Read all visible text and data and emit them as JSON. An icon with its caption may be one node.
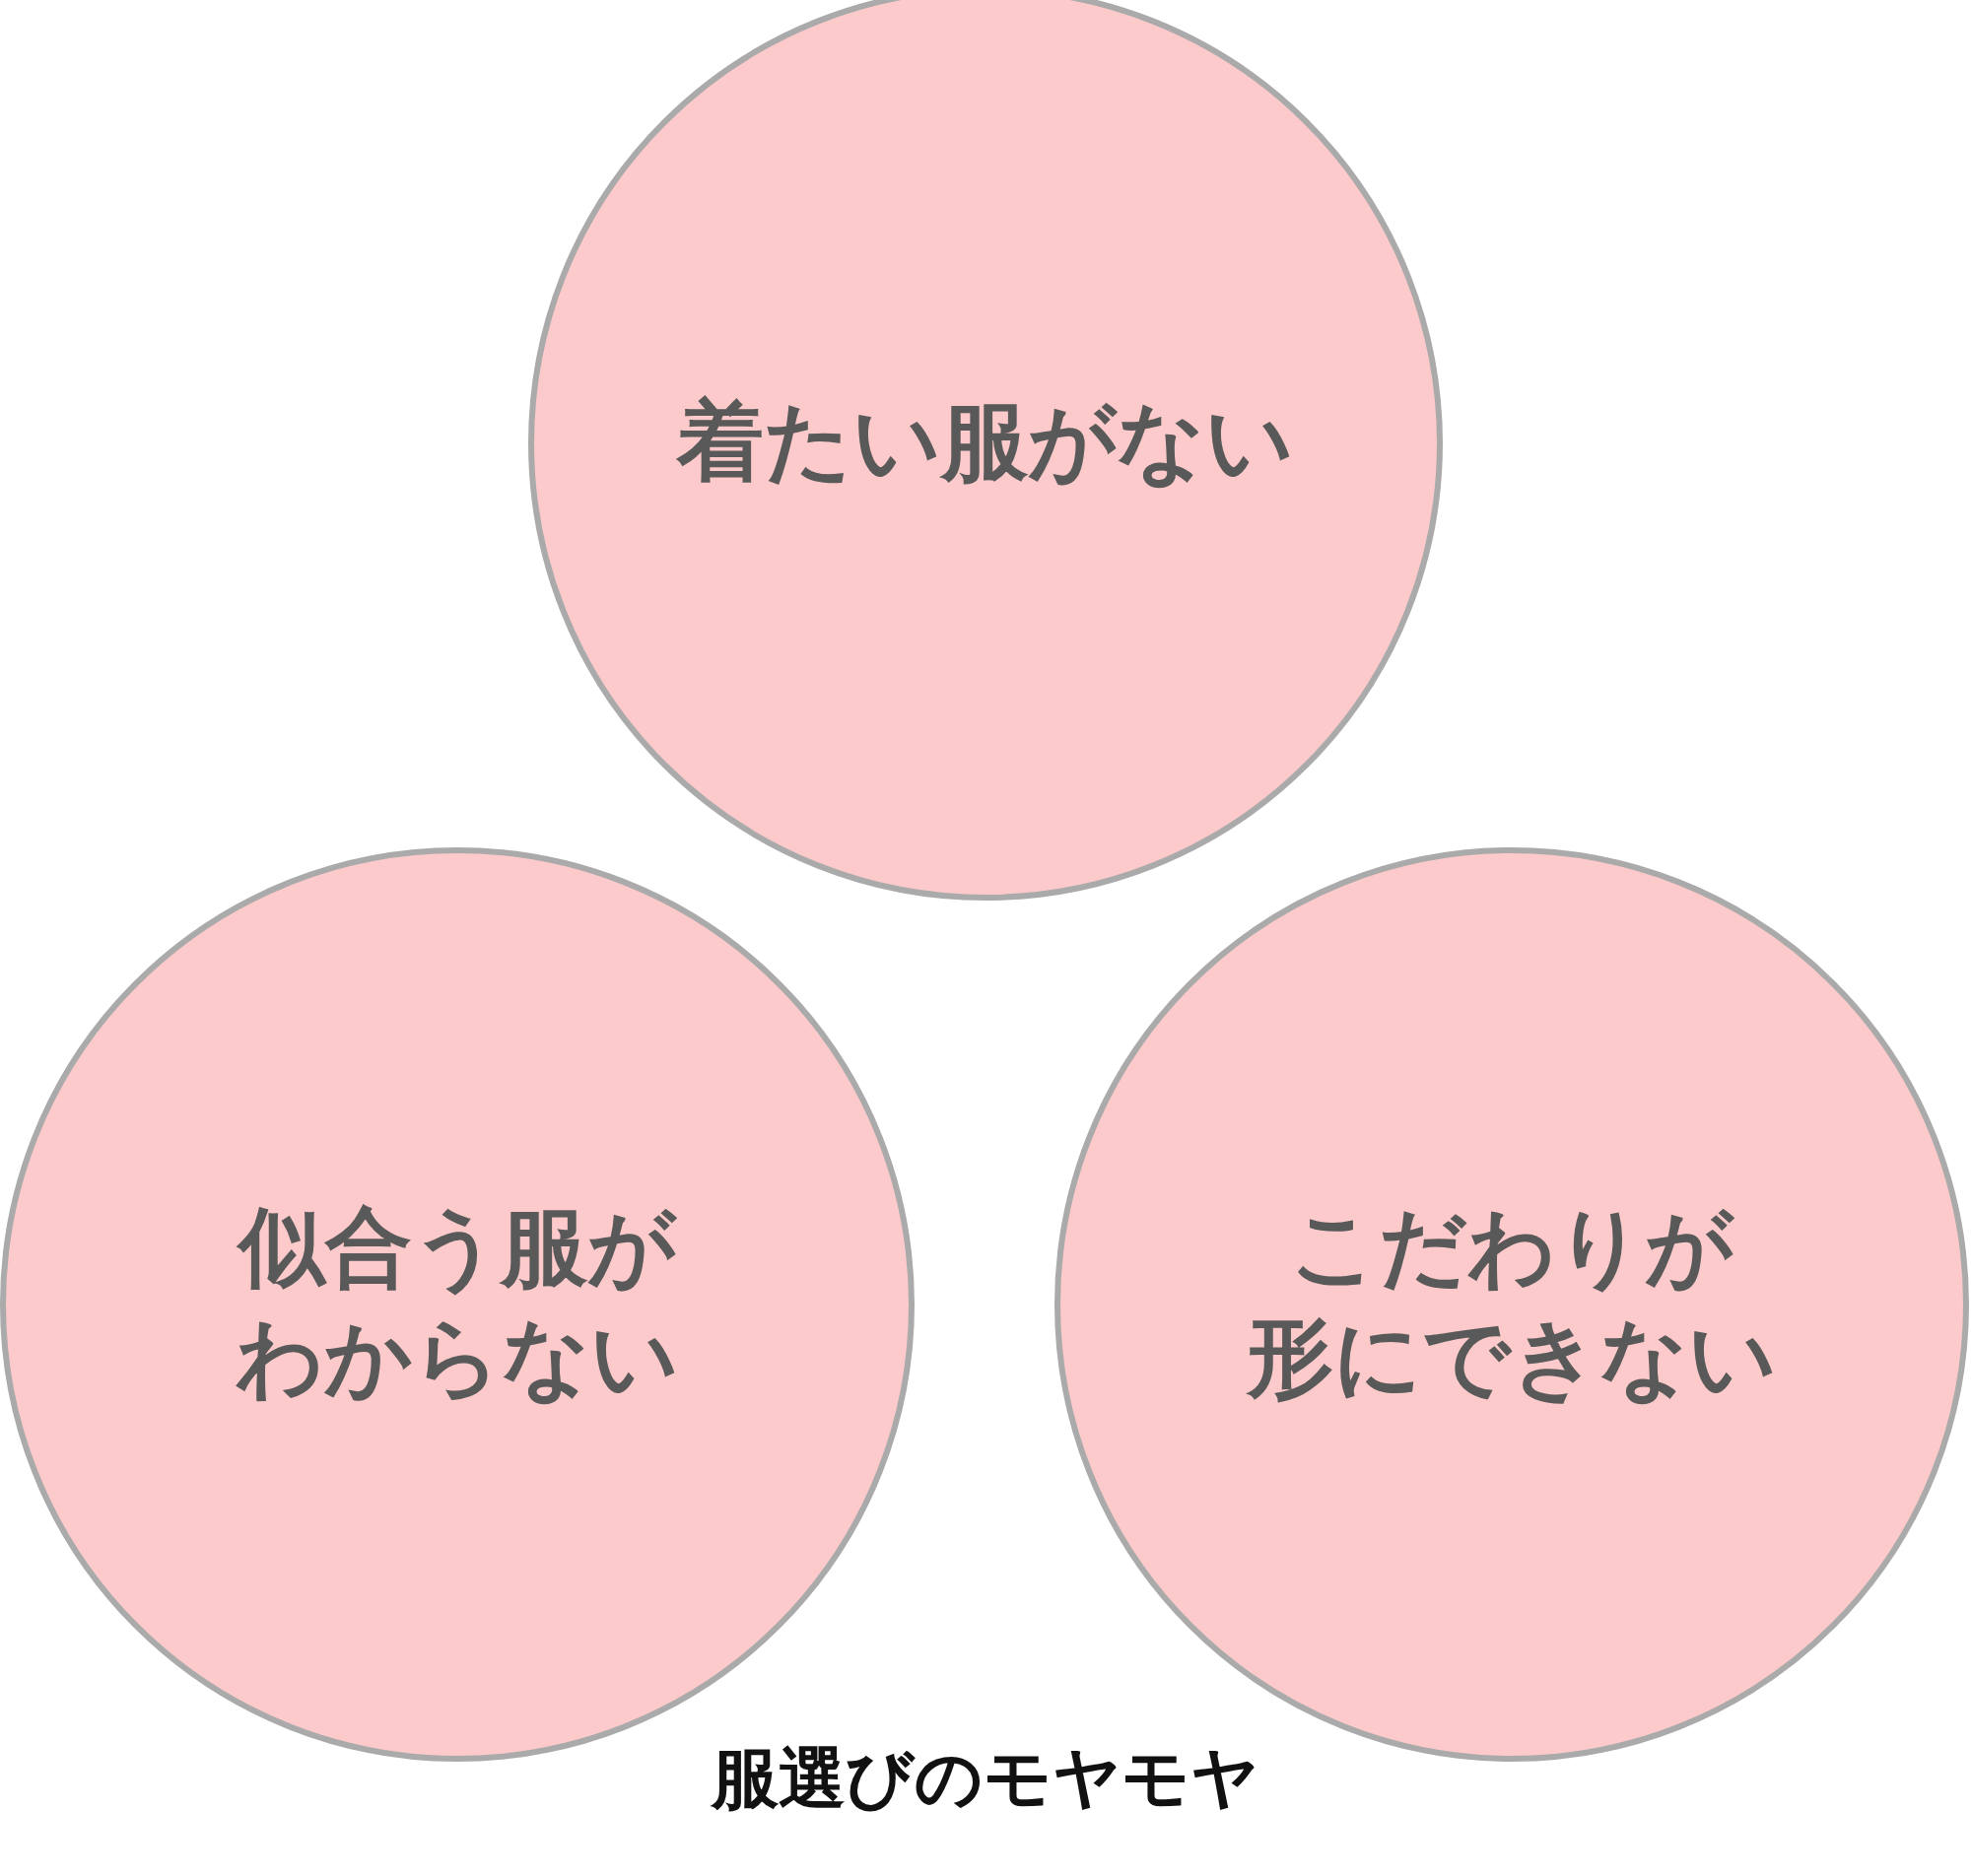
{
  "diagram": {
    "caption": "服選びのモヤモヤ",
    "nodes": [
      {
        "text": [
          "着たい服がない"
        ]
      },
      {
        "text": [
          "似合う服がわからない"
        ]
      },
      {
        "text": [
          "こだわりが形にできない"
        ]
      }
    ]
  }
}
